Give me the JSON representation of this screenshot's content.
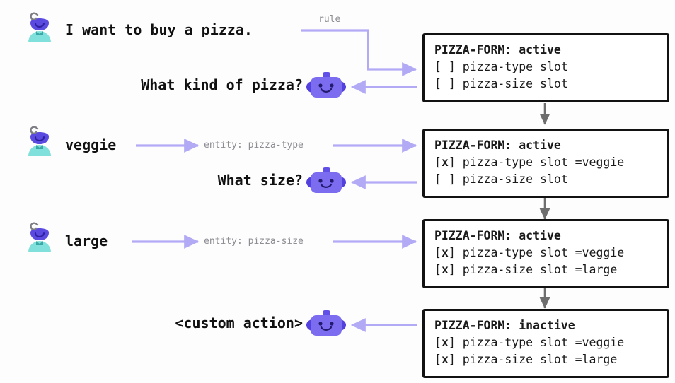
{
  "diagram": {
    "title": "Pizza form slot-filling conversation flow",
    "colors": {
      "accent_purple": "#b3aaf5",
      "bot_purple": "#6050e8",
      "bot_purple_light": "#7b6cf0",
      "user_teal": "#7fe0dc",
      "user_head_purple": "#5b4ae0",
      "arrow_grey": "#6e6e6e",
      "label_grey": "#8d8d93",
      "box_border": "#121212",
      "background": "#fdfdfd"
    },
    "edge_labels": {
      "rule": "rule",
      "entity_type": "entity: pizza-type",
      "entity_size": "entity: pizza-size"
    },
    "turns": [
      {
        "speaker": "user",
        "text": "I want to buy a pizza.",
        "icon": "user-avatar-icon"
      },
      {
        "speaker": "bot",
        "text": "What kind of pizza?",
        "icon": "bot-avatar-icon"
      },
      {
        "speaker": "user",
        "text": "veggie",
        "icon": "user-avatar-icon"
      },
      {
        "speaker": "bot",
        "text": "What size?",
        "icon": "bot-avatar-icon"
      },
      {
        "speaker": "user",
        "text": "large",
        "icon": "user-avatar-icon"
      },
      {
        "speaker": "bot",
        "text": "<custom action>",
        "icon": "bot-avatar-icon"
      }
    ],
    "states": [
      {
        "id": "state-1",
        "title": "PIZZA-FORM: active",
        "form_name": "PIZZA-FORM",
        "status": "active",
        "slots": [
          {
            "filled": false,
            "mark": " ",
            "name": "pizza-type slot",
            "value": ""
          },
          {
            "filled": false,
            "mark": " ",
            "name": "pizza-size slot",
            "value": ""
          }
        ]
      },
      {
        "id": "state-2",
        "title": "PIZZA-FORM: active",
        "form_name": "PIZZA-FORM",
        "status": "active",
        "slots": [
          {
            "filled": true,
            "mark": "x",
            "name": "pizza-type slot",
            "value": "=veggie"
          },
          {
            "filled": false,
            "mark": " ",
            "name": "pizza-size slot",
            "value": ""
          }
        ]
      },
      {
        "id": "state-3",
        "title": "PIZZA-FORM: active",
        "form_name": "PIZZA-FORM",
        "status": "active",
        "slots": [
          {
            "filled": true,
            "mark": "x",
            "name": "pizza-type slot",
            "value": "=veggie"
          },
          {
            "filled": true,
            "mark": "x",
            "name": "pizza-size slot",
            "value": "=large"
          }
        ]
      },
      {
        "id": "state-4",
        "title": "PIZZA-FORM: inactive",
        "form_name": "PIZZA-FORM",
        "status": "inactive",
        "slots": [
          {
            "filled": true,
            "mark": "x",
            "name": "pizza-type slot",
            "value": "=veggie"
          },
          {
            "filled": true,
            "mark": "x",
            "name": "pizza-size slot",
            "value": "=large"
          }
        ]
      }
    ],
    "state_text": {
      "s1_title": "PIZZA-FORM: active",
      "s1_slot1_open": "[",
      "s1_slot1_mark": " ",
      "s1_slot1_close": "] pizza-type slot",
      "s1_slot2_open": "[",
      "s1_slot2_mark": " ",
      "s1_slot2_close": "] pizza-size slot",
      "s2_title": "PIZZA-FORM: active",
      "s2_slot1_open": "[",
      "s2_slot1_mark": "x",
      "s2_slot1_close": "] pizza-type slot =veggie",
      "s2_slot2_open": "[",
      "s2_slot2_mark": " ",
      "s2_slot2_close": "] pizza-size slot",
      "s3_title": "PIZZA-FORM: active",
      "s3_slot1_open": "[",
      "s3_slot1_mark": "x",
      "s3_slot1_close": "] pizza-type slot =veggie",
      "s3_slot2_open": "[",
      "s3_slot2_mark": "x",
      "s3_slot2_close": "] pizza-size slot =large",
      "s4_title": "PIZZA-FORM: inactive",
      "s4_slot1_open": "[",
      "s4_slot1_mark": "x",
      "s4_slot1_close": "] pizza-type slot =veggie",
      "s4_slot2_open": "[",
      "s4_slot2_mark": "x",
      "s4_slot2_close": "] pizza-size slot =large"
    }
  }
}
